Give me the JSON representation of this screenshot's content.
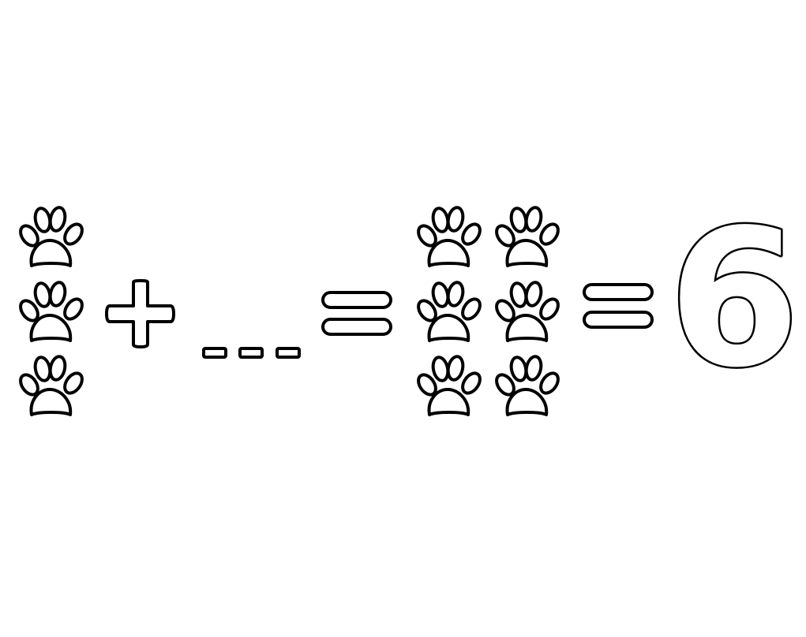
{
  "puzzle": {
    "left_group": {
      "icon": "paw-print-icon",
      "count": 3
    },
    "plus_symbol": "plus-sign-icon",
    "blank": {
      "icon": "answer-blank-icon",
      "dash_count": 3
    },
    "equals_symbol": "equals-sign-icon",
    "total_group": {
      "icon": "paw-print-icon",
      "count": 6
    },
    "answer": "6"
  },
  "colors": {
    "background": "#ffffff",
    "outline": "#000000"
  }
}
